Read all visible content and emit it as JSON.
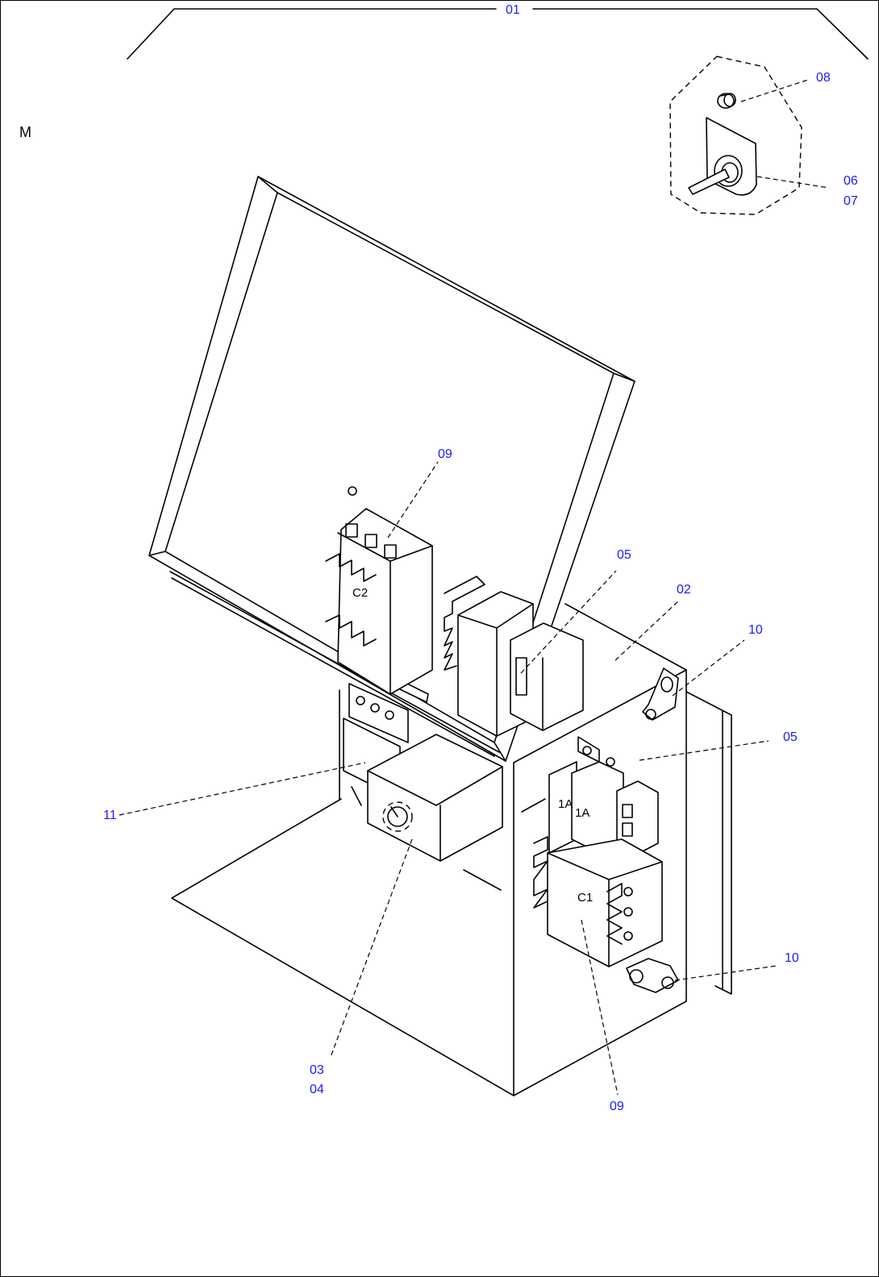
{
  "view_letter": "M",
  "callouts": {
    "c01": "01",
    "c02": "02",
    "c03": "03",
    "c04": "04",
    "c05_top": "05",
    "c05_right": "05",
    "c06": "06",
    "c07": "07",
    "c08": "08",
    "c09_top": "09",
    "c09_bottom": "09",
    "c10_top": "10",
    "c10_bottom": "10",
    "c11": "11"
  },
  "part_labels": {
    "contactor_upper": "C2",
    "contactor_lower": "C1",
    "breaker_left": "1A",
    "breaker_right": "1A"
  },
  "colors": {
    "callout_text": "#1a1aff",
    "line": "#000000",
    "background": "#ffffff"
  }
}
